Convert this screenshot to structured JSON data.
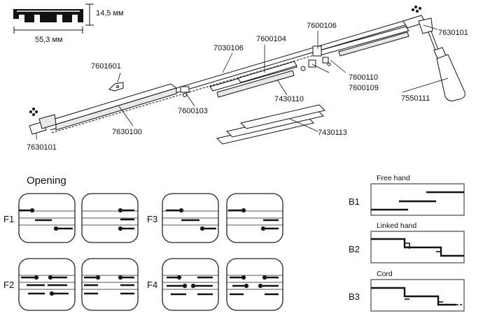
{
  "profile": {
    "height_label": "14,5 мм",
    "width_label": "55,3 мм"
  },
  "parts": {
    "p7630101_right": "7630101",
    "p7600106": "7600106",
    "p7600104": "7600104",
    "p7030106": "7030106",
    "p7601601": "7601601",
    "p7600110": "7600110",
    "p7600109": "7600109",
    "p7430110": "7430110",
    "p7550111": "7550111",
    "p7600103": "7600103",
    "p7630100": "7630100",
    "p7430113": "7430113",
    "p7630101_left": "7630101"
  },
  "opening": {
    "title": "Opening",
    "configs": [
      "F1",
      "F2",
      "F3",
      "F4"
    ]
  },
  "operation": {
    "rows": [
      {
        "id": "B1",
        "title": "Free hand"
      },
      {
        "id": "B2",
        "title": "Linked hand"
      },
      {
        "id": "B3",
        "title": "Cord"
      }
    ]
  },
  "colors": {
    "line": "#111111",
    "panel_border": "#222222",
    "tint": "#e8e8e8"
  }
}
